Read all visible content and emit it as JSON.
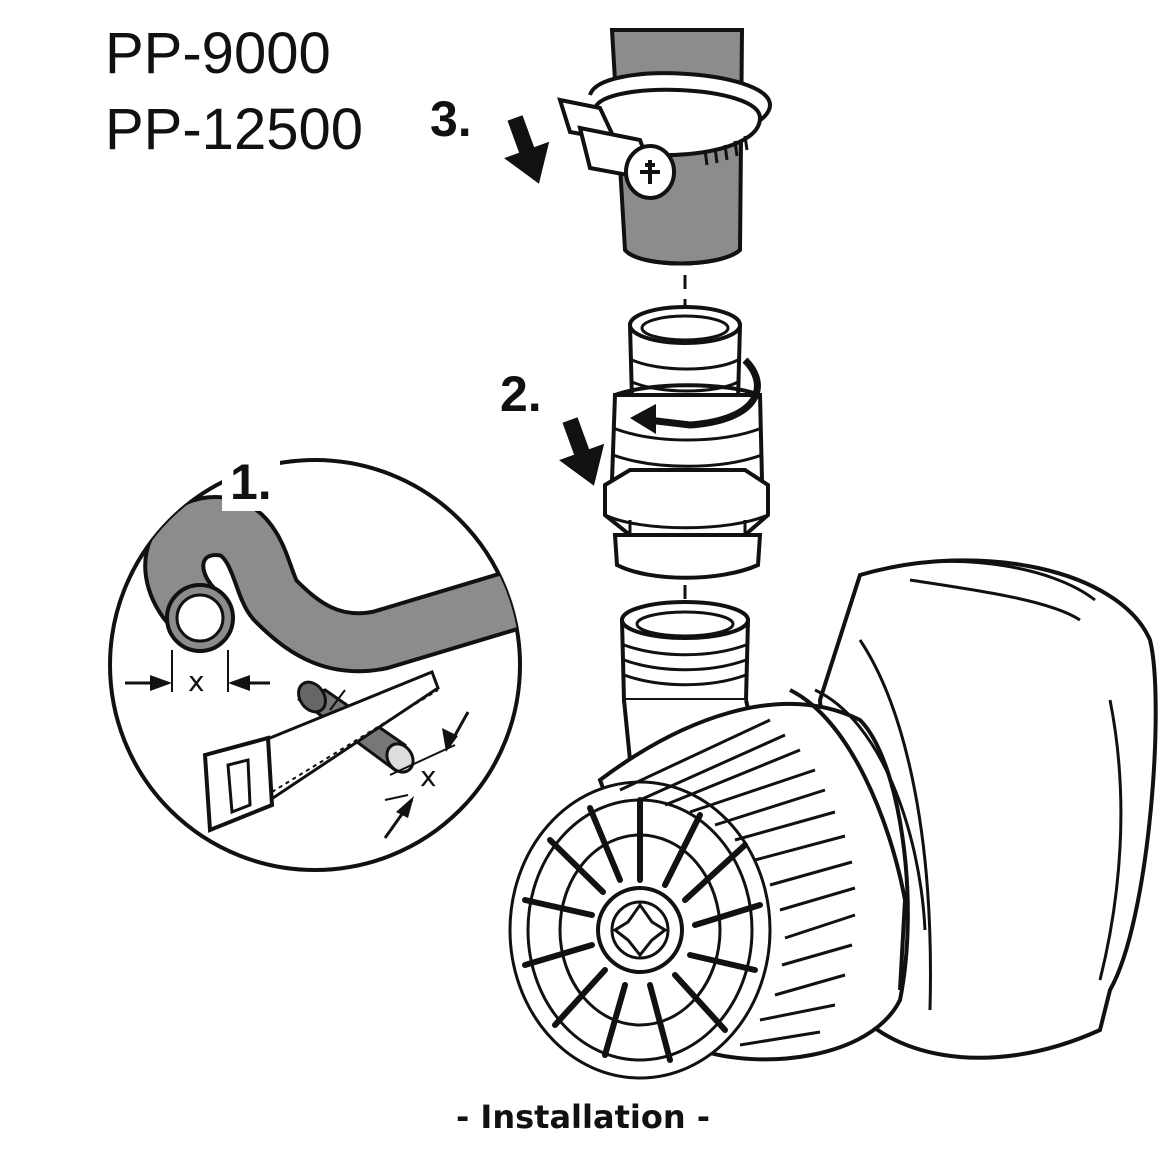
{
  "models": [
    "PP-9000",
    "PP-12500"
  ],
  "steps": {
    "step1": "1.",
    "step2": "2.",
    "step3": "3."
  },
  "measure": {
    "label_top": "x",
    "label_side": "x"
  },
  "caption": "- Installation -",
  "colors": {
    "hose": "#8c8c8c",
    "line": "#111111",
    "paper": "#ffffff"
  }
}
